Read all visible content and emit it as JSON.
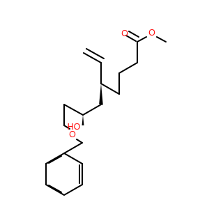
{
  "molecule": {
    "atoms": {
      "ester_carbonyl_o": "O",
      "ester_ether_o": "O",
      "hydroxyl": "HO",
      "benzyl_ether_o": "O"
    }
  },
  "colors": {
    "bond": "#000000",
    "oxygen": "#ff0d0d",
    "background": "#ffffff"
  }
}
